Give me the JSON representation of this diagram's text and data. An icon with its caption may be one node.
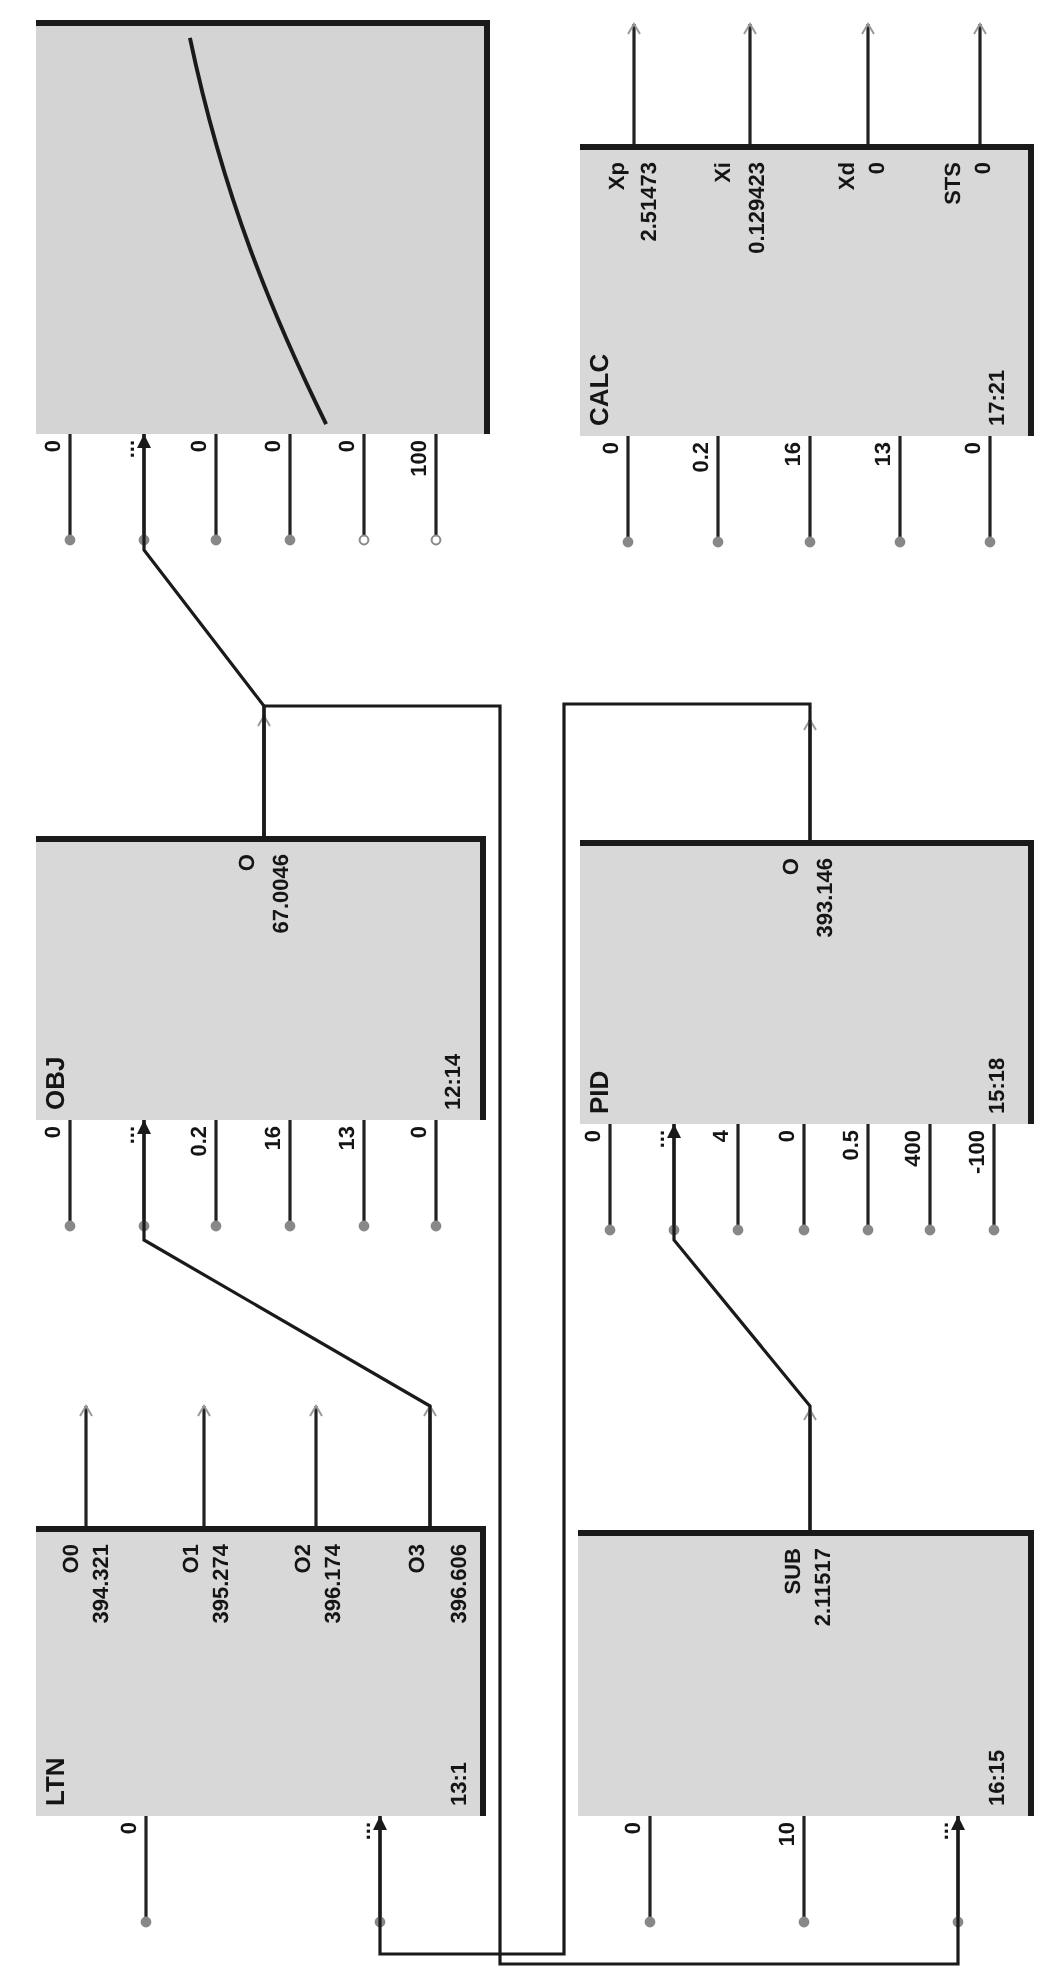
{
  "diagram": {
    "nodes": [
      {
        "text": [
          "LTN",
          "O0",
          "394.321",
          "O1",
          "395.274",
          "O2",
          "396.174",
          "O3",
          "13:1",
          "396.606"
        ],
        "beside": [
          "0",
          "..."
        ]
      },
      {
        "text": [
          "OBJ",
          "O",
          "67.0046",
          "12:14"
        ],
        "beside": [
          "0",
          "...",
          "0.2",
          "16",
          "13",
          "0"
        ]
      },
      {
        "text": [],
        "shape": "picture",
        "beside": [
          "0",
          "...",
          "0",
          "0",
          "0",
          "100"
        ]
      },
      {
        "text": [
          "SUB",
          "2.11517",
          "16:15"
        ],
        "beside": [
          "0",
          "10",
          "..."
        ]
      },
      {
        "text": [
          "PID",
          "O",
          "393.146",
          "15:18"
        ],
        "beside": [
          "0",
          "...",
          "4",
          "0",
          "0.5",
          "400",
          "-100"
        ]
      },
      {
        "text": [
          "CALC",
          "Xp",
          "2.51473",
          "Xi",
          "0.129423",
          "Xd",
          "0",
          "STS",
          "0",
          "17:21"
        ],
        "beside": [
          "0",
          "0.2",
          "16",
          "13",
          "0"
        ]
      }
    ],
    "edges": [
      {
        "from": 0,
        "to": 1,
        "arrow": "to"
      },
      {
        "from": 1,
        "to": 2,
        "arrow": "to"
      },
      {
        "from": 1,
        "to": 3,
        "arrow": "to"
      },
      {
        "from": 3,
        "to": 4,
        "arrow": "to"
      },
      {
        "from": 4,
        "to": 0,
        "arrow": "to"
      }
    ]
  }
}
